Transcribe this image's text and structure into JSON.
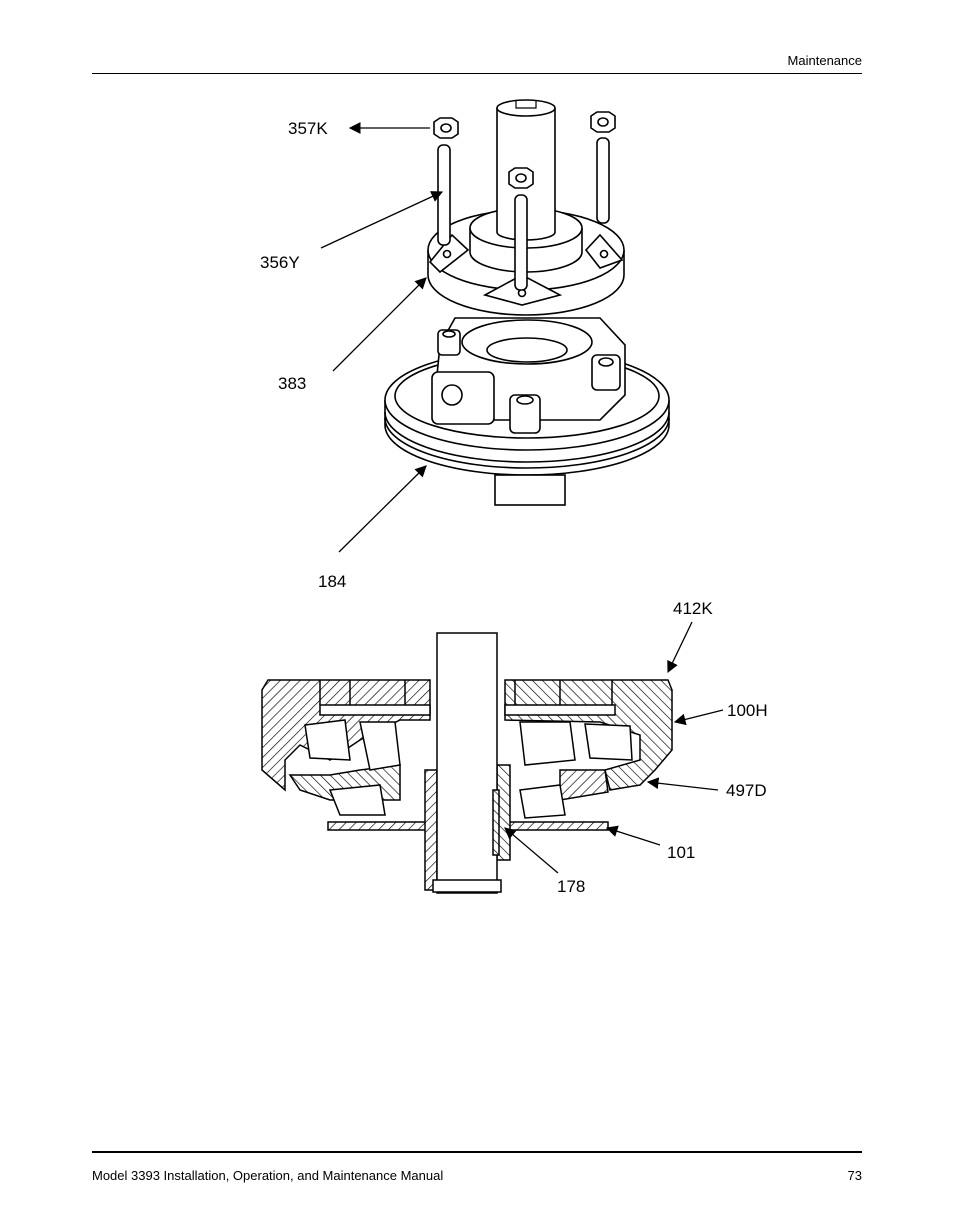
{
  "header": {
    "section": "Maintenance"
  },
  "footer": {
    "manual_title": "Model 3393 Installation, Operation, and Maintenance Manual",
    "page_number": "73"
  },
  "figure_top": {
    "callouts": [
      "357K",
      "356Y",
      "383",
      "184"
    ]
  },
  "figure_bottom": {
    "callouts": [
      "412K",
      "100H",
      "497D",
      "101",
      "178"
    ]
  }
}
